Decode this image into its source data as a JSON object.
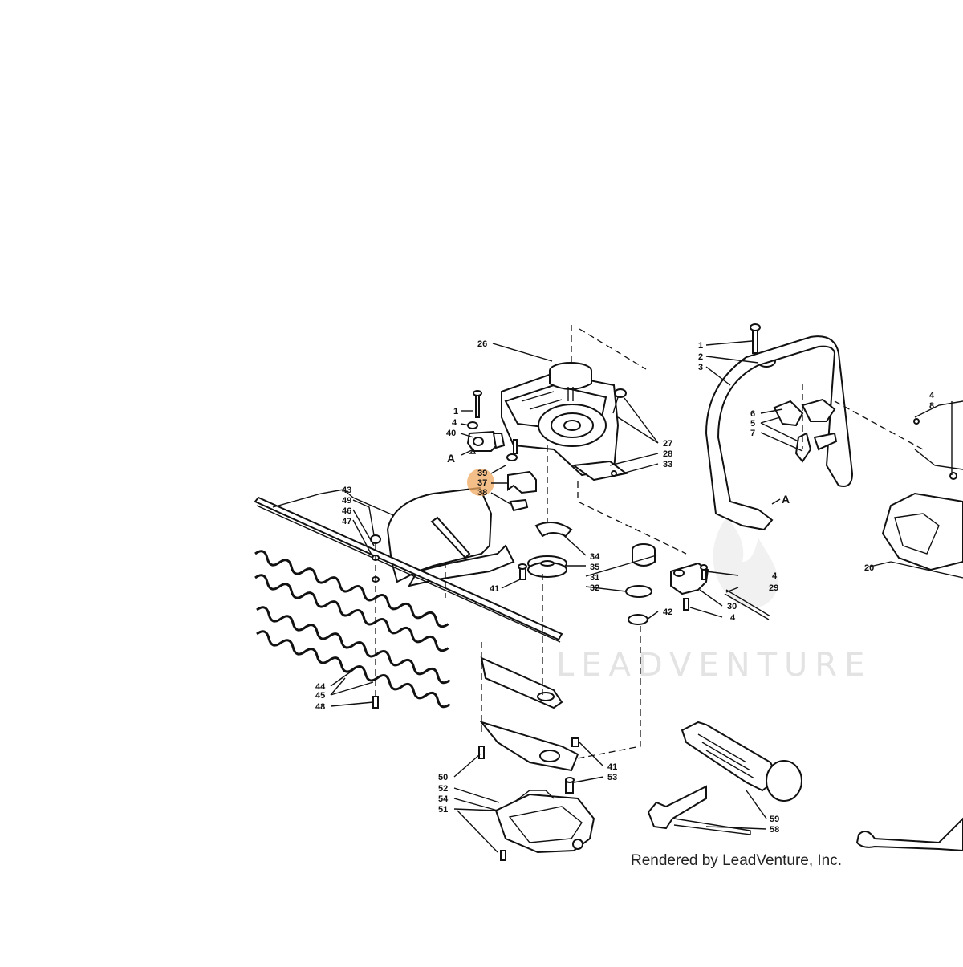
{
  "diagram": {
    "watermark": "LEADVENTURE",
    "credit": "Rendered by LeadVenture, Inc.",
    "highlight_color": "#f0a860",
    "callouts": {
      "n26": "26",
      "n1a": "1",
      "n4a": "4",
      "n40a": "40",
      "arrowA1": "A",
      "n39": "39",
      "n37": "37",
      "n38": "38",
      "n27": "27",
      "n28": "28",
      "n33": "33",
      "n43": "43",
      "n49": "49",
      "n46": "46",
      "n47": "47",
      "n34": "34",
      "n35": "35",
      "n31": "31",
      "n32": "32",
      "n41a": "41",
      "n42": "42",
      "n1b": "1",
      "n2": "2",
      "n3": "3",
      "n6": "6",
      "n5": "5",
      "n7": "7",
      "arrowA2": "A",
      "n4b": "4",
      "n8": "8",
      "n20": "20",
      "n4c": "4",
      "n29": "29",
      "n30": "30",
      "n4d": "4",
      "n44": "44",
      "n45": "45",
      "n48": "48",
      "n41b": "41",
      "n53": "53",
      "n50": "50",
      "n52": "52",
      "n54": "54",
      "n51": "51",
      "n59": "59",
      "n58": "58"
    }
  }
}
